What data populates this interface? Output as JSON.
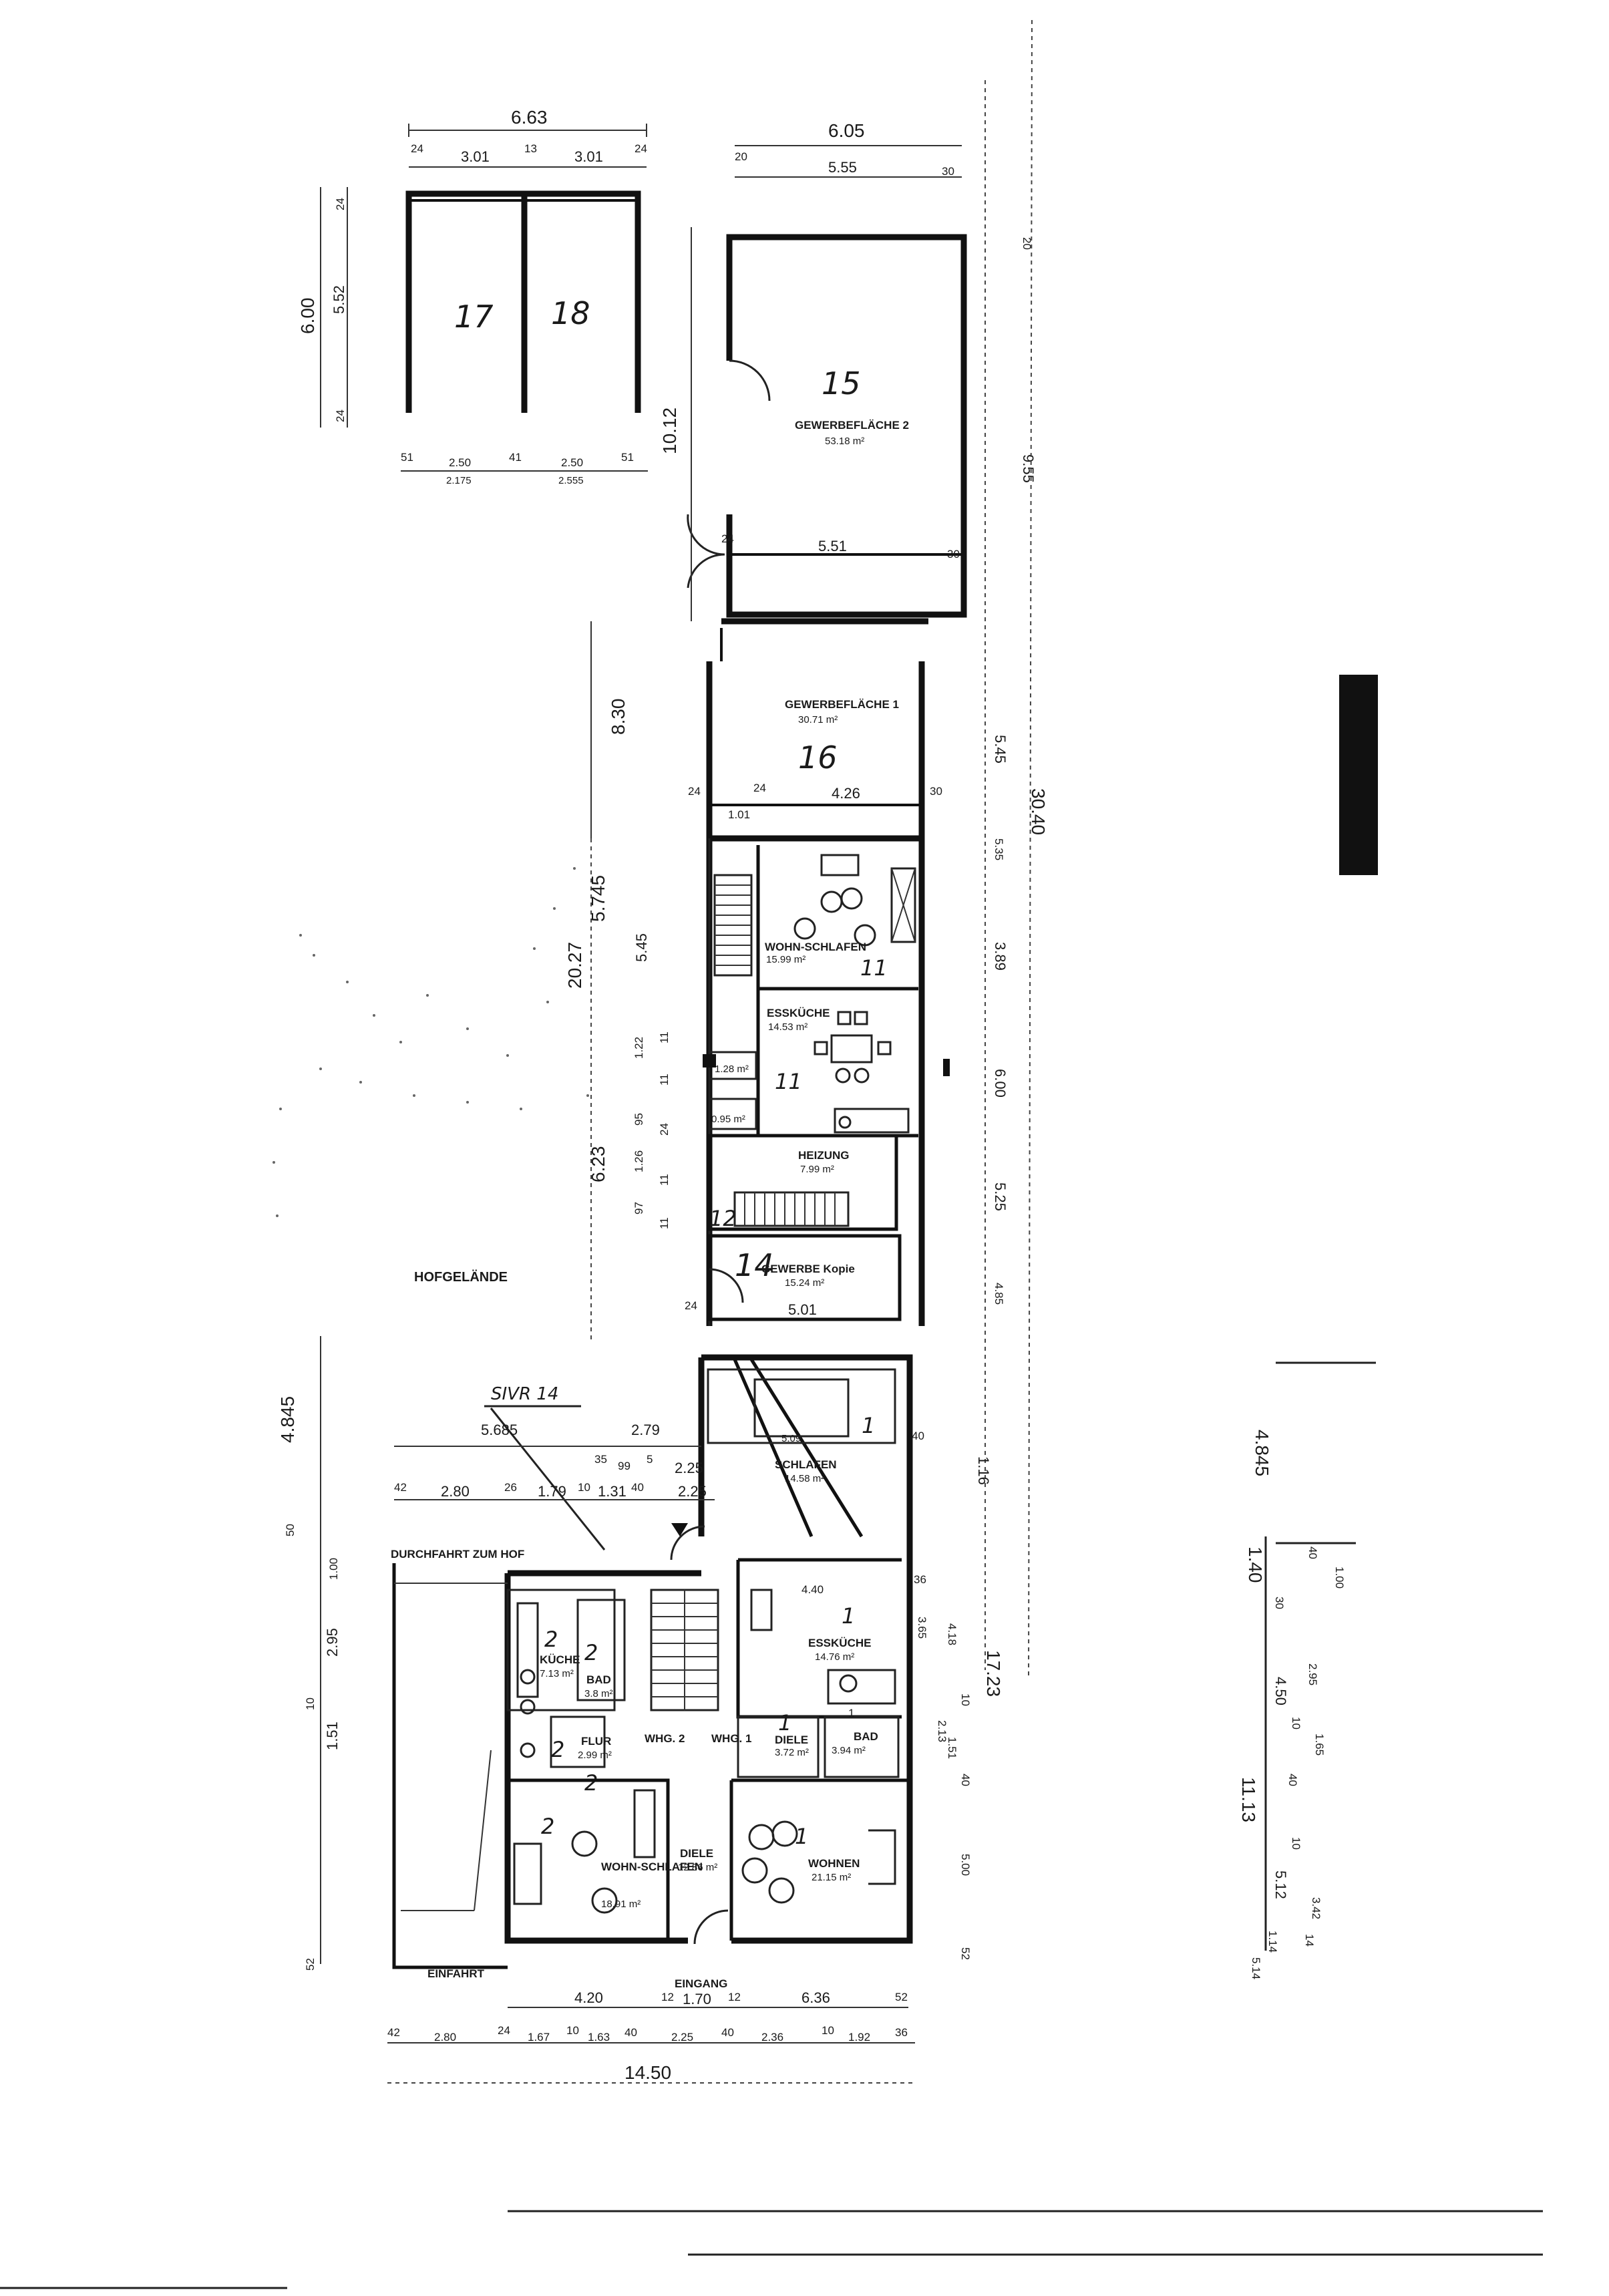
{
  "garages": {
    "total_width": "6.63",
    "top_dims": [
      "24",
      "3.01",
      "13",
      "3.01",
      "24"
    ],
    "height_total": "6.00",
    "height_inner": "5.52",
    "height_top": "24",
    "height_bottom": "24",
    "bottom_dims": [
      "51",
      "2.50",
      "41",
      "2.50",
      "51"
    ],
    "bottom_sub": [
      "2.175",
      "2.555"
    ],
    "unit_a": "17",
    "unit_b": "18"
  },
  "gewerbe2": {
    "total_width": "6.05",
    "top_dims": [
      "20",
      "5.55",
      "30"
    ],
    "name": "GEWERBEFLÄCHE 2",
    "area": "53.18 m²",
    "number": "15",
    "height": "10.12",
    "inner_dims": [
      "24",
      "5.51",
      "30"
    ],
    "right_dim": "9.55",
    "right_top": "20"
  },
  "gewerbe1": {
    "name": "GEWERBEFLÄCHE 1",
    "area": "30.71 m²",
    "number": "16",
    "height": "8.30",
    "dims": [
      "24",
      "24",
      "4.26",
      "30"
    ],
    "sub_dim": "1.01",
    "right_dim": "5.45"
  },
  "middle": {
    "wohnschlafen_name": "WOHN-SCHLAFEN",
    "wohnschlafen_area": "15.99 m²",
    "esskueche_name": "ESSKÜCHE",
    "esskueche_area": "14.53 m²",
    "unit_11a": "11",
    "unit_11b": "11",
    "wc_area": "1.28 m²",
    "wc2_area": "0.95 m²",
    "heizung_name": "HEIZUNG",
    "heizung_area": "7.99 m²",
    "unit_12": "12",
    "kopie_name": "GEWERBE Kopie",
    "kopie_area": "15.24 m²",
    "unit_14": "14",
    "kopie_width": "5.01",
    "kopie_left": "24",
    "left_dims": [
      "20.27",
      "5.745",
      "5.45",
      "6.23"
    ],
    "small_dims": [
      "11",
      "1.22",
      "11",
      "1.26",
      "11",
      "97",
      "11",
      "24",
      "95"
    ],
    "right_dims": [
      "3.89",
      "6.00",
      "5.25",
      "4.85",
      "5.35"
    ],
    "overall_right": "30.40"
  },
  "labels": {
    "yard": "HOFGELÄNDE",
    "passage": "DURCHFAHRT ZUM HOF",
    "drive": "EINFAHRT",
    "entrance": "EINGANG",
    "flat2": "WHG. 2",
    "flat1": "WHG. 1",
    "note": "SIVR 14"
  },
  "front": {
    "schlafen_name": "SCHLAFEN",
    "schlafen_area": "14.58 m²",
    "esskueche_name": "ESSKÜCHE",
    "esskueche_area": "14.76 m²",
    "diele1_name": "DIELE",
    "diele1_area": "3.72 m²",
    "bad1_name": "BAD",
    "bad1_area": "3.94 m²",
    "wohnen_name": "WOHNEN",
    "wohnen_area": "21.15 m²",
    "kueche_name": "KÜCHE",
    "kueche_area": "7.13 m²",
    "bad2_name": "BAD",
    "bad2_area": "3.8 m²",
    "flur_name": "FLUR",
    "flur_area": "2.99 m²",
    "diele2_name": "DIELE",
    "diele2_area": "12.86 m²",
    "wohnschlafen_name": "WOHN-SCHLAFEN",
    "wohnschlafen_area": "18.91 m²",
    "num1": "1",
    "num2": "1",
    "num3": "1",
    "num4": "1",
    "num5": "1",
    "num6": "2",
    "num7": "2",
    "num8": "2",
    "num9": "2",
    "num10": "2",
    "inner_dim": "5.09",
    "inner_dim2": "4.40"
  },
  "front_dims": {
    "top_row1": [
      "5.685",
      "2.79"
    ],
    "top_row2": [
      "35",
      "99",
      "5",
      "2.25"
    ],
    "top_row3": [
      "42",
      "2.80",
      "26",
      "1.79",
      "10",
      "1.31",
      "40",
      "2.25"
    ],
    "left_col": [
      "4.845",
      "50",
      "1.00",
      "2.95",
      "10",
      "1.51",
      "52"
    ],
    "right_col": [
      "40",
      "1.16",
      "36",
      "4.18",
      "3.65",
      "17.23",
      "10",
      "2.13",
      "1.51",
      "40",
      "5.00",
      "52"
    ],
    "bottom_row1": [
      "4.20",
      "12",
      "1.70",
      "12",
      "6.36",
      "52"
    ],
    "bottom_row2": [
      "42",
      "2.80",
      "24",
      "1.67",
      "10",
      "1.63",
      "40",
      "2.25",
      "40",
      "2.36",
      "10",
      "1.92",
      "36"
    ],
    "overall_bottom": "14.50"
  },
  "side_dims": {
    "total": "4.845",
    "b": "1.40",
    "c": "40",
    "d": "1.00",
    "e": "30",
    "f": "4.50",
    "g": "2.95",
    "h": "10",
    "i": "1.65",
    "j": "11.13",
    "k": "40",
    "l": "10",
    "m": "5.12",
    "n": "3.42",
    "o": "1.14",
    "p": "14",
    "q": "5.14"
  }
}
